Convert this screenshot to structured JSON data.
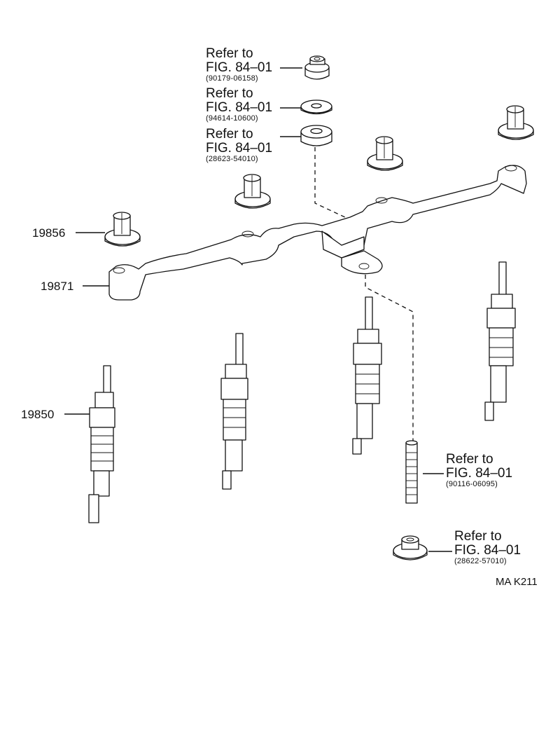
{
  "refs": [
    {
      "line1": "Refer to",
      "line2": "FIG. 84–01",
      "part": "(90179-06158)"
    },
    {
      "line1": "Refer to",
      "line2": "FIG. 84–01",
      "part": "(94614-10600)"
    },
    {
      "line1": "Refer to",
      "line2": "FIG. 84–01",
      "part": "(28623-54010)"
    },
    {
      "line1": "Refer to",
      "line2": "FIG. 84–01",
      "part": "(90116-06095)"
    },
    {
      "line1": "Refer to",
      "line2": "FIG. 84–01",
      "part": "(28622-57010)"
    }
  ],
  "callouts": [
    "19856",
    "19871",
    "19850"
  ],
  "figure_code": "MA K211"
}
